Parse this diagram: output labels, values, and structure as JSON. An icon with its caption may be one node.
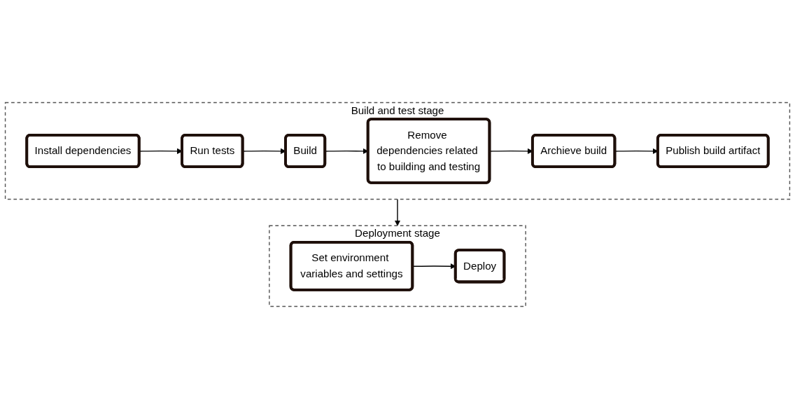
{
  "diagram": {
    "nodes": [
      {
        "text": [
          "Build and test stage"
        ]
      },
      {
        "text": [
          "Install dependencies"
        ],
        "in": 0
      },
      {
        "text": [
          "Run tests"
        ],
        "in": 0
      },
      {
        "text": [
          "Build"
        ],
        "in": 0
      },
      {
        "text": [
          "Remove dependencies related to building and testing"
        ],
        "in": 0
      },
      {
        "text": [
          "Archieve build"
        ],
        "in": 0
      },
      {
        "text": [
          "Publish build artifact"
        ],
        "in": 0
      },
      {
        "text": [
          "Deployment stage"
        ]
      },
      {
        "text": [
          "Set environment variables and settings"
        ],
        "in": 7
      },
      {
        "text": [
          "Deploy"
        ],
        "in": 7
      }
    ],
    "edges": [
      {
        "from": 1,
        "to": 2,
        "arrow": "to"
      },
      {
        "from": 2,
        "to": 3,
        "arrow": "to"
      },
      {
        "from": 3,
        "to": 4,
        "arrow": "to"
      },
      {
        "from": 4,
        "to": 5,
        "arrow": "to"
      },
      {
        "from": 5,
        "to": 6,
        "arrow": "to"
      },
      {
        "from": 0,
        "to": 7,
        "arrow": "to"
      },
      {
        "from": 8,
        "to": 9,
        "arrow": "to"
      }
    ]
  }
}
